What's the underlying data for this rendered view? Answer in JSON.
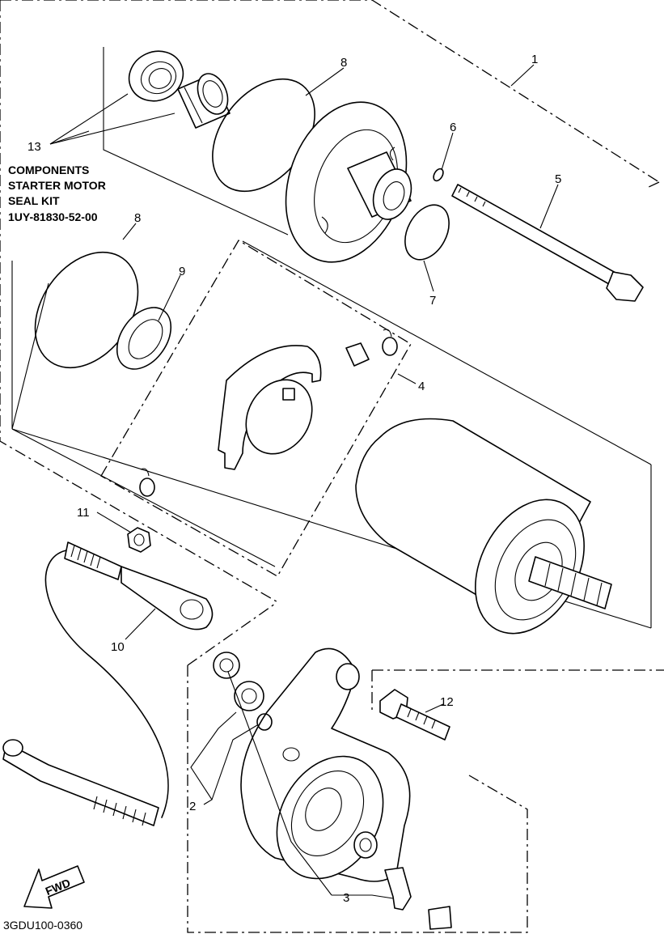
{
  "diagram": {
    "code": "3GDU100-0360",
    "kit_note": [
      "COMPONENTS",
      "STARTER MOTOR",
      "SEAL KIT",
      "1UY-81830-52-00"
    ],
    "fwd_label": "FWD",
    "callouts": {
      "c1": "1",
      "c2": "2",
      "c3": "3",
      "c4": "4",
      "c5": "5",
      "c6": "6",
      "c7": "7",
      "c8a": "8",
      "c8b": "8",
      "c9": "9",
      "c10": "10",
      "c11": "11",
      "c12": "12",
      "c13": "13"
    }
  }
}
